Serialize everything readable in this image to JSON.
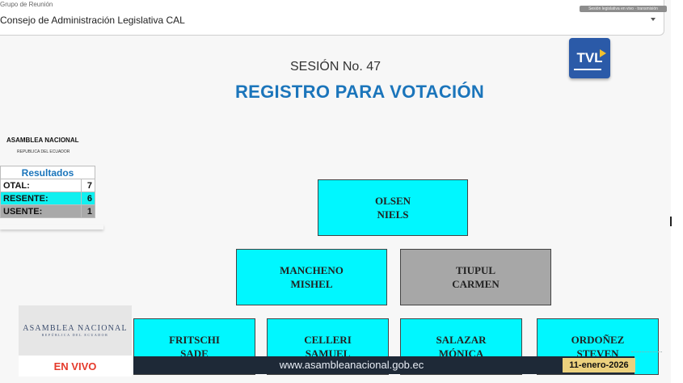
{
  "group": {
    "label": "Grupo de Reunión",
    "value": "Consejo de Administración Legislativa CAL",
    "badge_text": "Sesión legislativa en vivo · transmisión"
  },
  "header": {
    "session": "SESIÓN No. 47",
    "title": "REGISTRO PARA VOTACIÓN",
    "tv_logo": "TVL"
  },
  "assembly": {
    "name": "ASAMBLEA NACIONAL",
    "subtitle": "REPUBLICA DEL ECUADOR"
  },
  "results": {
    "heading": "Resultados",
    "rows": [
      {
        "label": "OTAL:",
        "value": "7",
        "status": "total"
      },
      {
        "label": "RESENTE:",
        "value": "6",
        "status": "present"
      },
      {
        "label": "USENTE:",
        "value": "1",
        "status": "absent"
      }
    ]
  },
  "members": [
    {
      "surname": "OLSEN",
      "name": "NIELS",
      "status": "present"
    },
    {
      "surname": "MANCHENO",
      "name": "MISHEL",
      "status": "present"
    },
    {
      "surname": "TIUPUL",
      "name": "CARMEN",
      "status": "absent"
    },
    {
      "surname": "FRITSCHI",
      "name": "SADE",
      "status": "present"
    },
    {
      "surname": "CELLERI",
      "name": "SAMUEL",
      "status": "present"
    },
    {
      "surname": "SALAZAR",
      "name": "MÓNICA",
      "status": "present"
    },
    {
      "surname": "ORDOÑEZ",
      "name": "STEVEN",
      "status": "present"
    }
  ],
  "broadcast": {
    "logo_name": "ASAMBLEA NACIONAL",
    "logo_sub": "REPÚBLICA DEL ECUADOR",
    "live": "EN VIVO",
    "url": "www.asambleanacional.gob.ec",
    "date": "11-enero-2026"
  },
  "colors": {
    "present": "#00f7ff",
    "absent": "#a7a7a7",
    "title": "#1b75bb",
    "live": "#e53a2b"
  }
}
